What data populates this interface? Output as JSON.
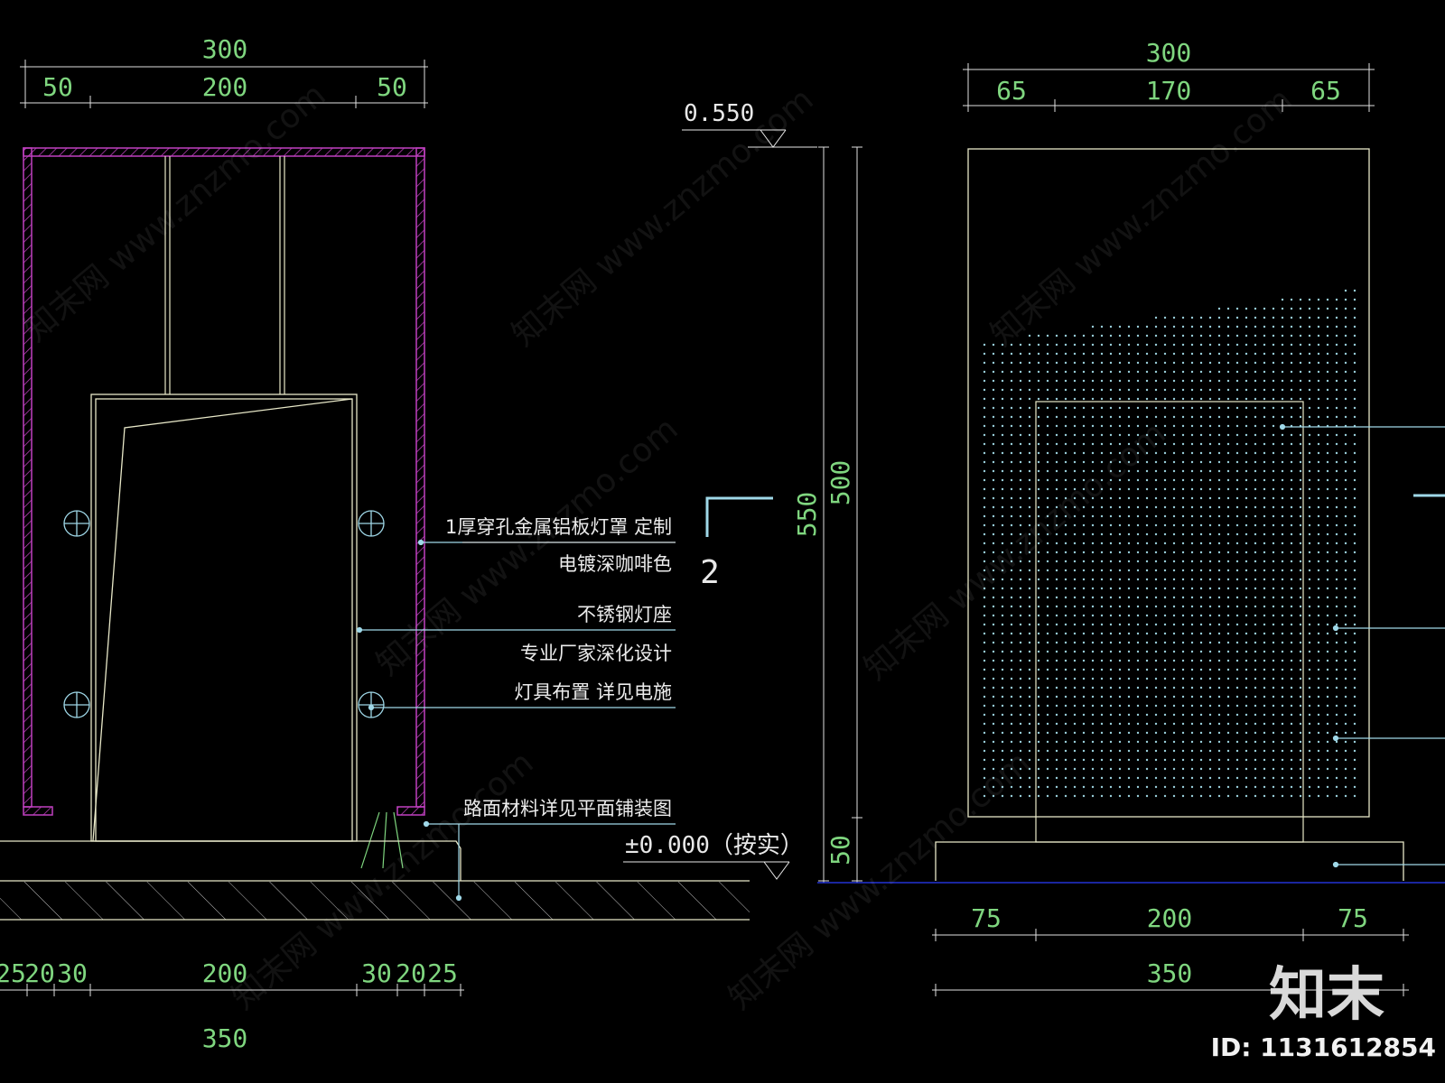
{
  "left_view": {
    "top_dims": {
      "total": "300",
      "left": "50",
      "middle": "200",
      "right": "50"
    },
    "bottom_dims": [
      "25",
      "20",
      "30",
      "200",
      "30",
      "20",
      "25"
    ],
    "bottom_total": "350"
  },
  "vertical_dims": {
    "outer": "550",
    "inner": "500",
    "base": "50"
  },
  "levels": {
    "top": "0.550",
    "ground": "±0.000（按实）"
  },
  "notes": {
    "n1": "1厚穿孔金属铝板灯罩  定制",
    "n2": "电镀深咖啡色",
    "n3": "不锈钢灯座",
    "n4": "专业厂家深化设计",
    "n5": "灯具布置  详见电施",
    "n6": "路面材料详见平面铺装图"
  },
  "section_mark": "2",
  "right_view": {
    "top_dims": {
      "total": "300",
      "left": "65",
      "middle": "170",
      "right": "65"
    },
    "bottom_dims": {
      "left": "75",
      "middle": "200",
      "right": "75"
    },
    "bottom_total": "350"
  },
  "watermark": "知末网 www.znzmo.com",
  "logo": "知末",
  "image_id": "ID: 1131612854",
  "colors": {
    "dimension": "#7fd67f",
    "leader": "#9fd8e8",
    "wall": "#c040c0",
    "outline": "#e8e8c8",
    "dots": "#9ad0dc"
  }
}
